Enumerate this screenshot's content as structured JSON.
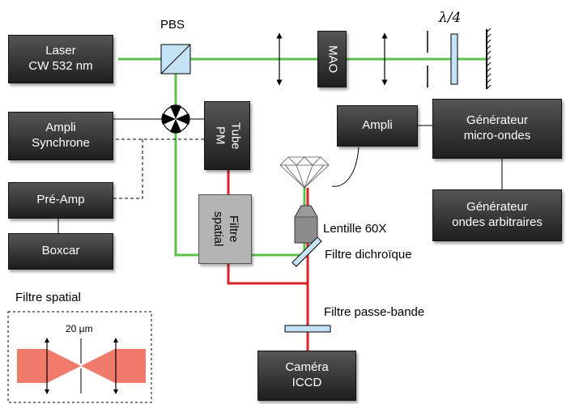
{
  "labels": {
    "pbs": "PBS",
    "lambda4": "λ/4",
    "laser": "Laser\nCW 532 nm",
    "mao": "MAO",
    "ampli_sync": "Ampli\nSynchrone",
    "tube_pm": "Tube\nPM",
    "pre_amp": "Pré-Amp",
    "boxcar": "Boxcar",
    "filtre_spatial_box": "Filtre\nspatial",
    "ampli": "Ampli",
    "gen_mo": "Générateur\nmicro-ondes",
    "gen_oa": "Générateur\nondes arbitraires",
    "lentille": "Lentille 60X",
    "dichro": "Filtre dichroïque",
    "passe_bande": "Filtre passe-bande",
    "filtre_spatial_inset": "Filtre spatial",
    "pinhole": "20 µm",
    "camera": "Caméra\nICCD"
  },
  "colors": {
    "green_beam": "#5cc24b",
    "red_beam": "#d8232a",
    "optic_fill": "#c5e3f6",
    "inset_fill": "#f07b6a"
  }
}
